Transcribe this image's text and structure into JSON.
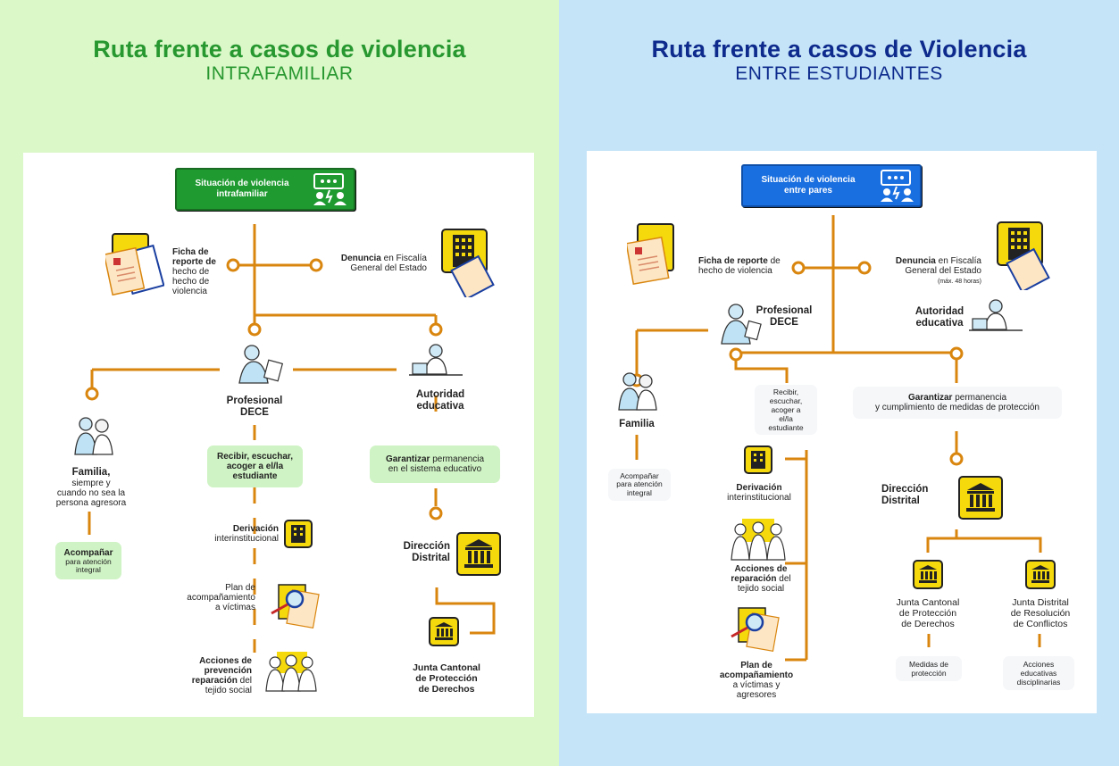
{
  "left": {
    "title": "Ruta frente a casos de violencia",
    "subtitle": "INTRAFAMILIAR",
    "situation": "Situación de violencia intrafamiliar",
    "ficha": [
      "Ficha de",
      "reporte de",
      "hecho de",
      "violencia"
    ],
    "denuncia_bold": "Denuncia",
    "denuncia_rest": "en Fiscalía",
    "denuncia_line2": "General del Estado",
    "profesional": [
      "Profesional",
      "DECE"
    ],
    "autoridad": [
      "Autoridad",
      "educativa"
    ],
    "familia_bold": "Familia,",
    "familia_rest": [
      "siempre y",
      "cuando no sea la",
      "persona agresora"
    ],
    "acompanar_bold": "Acompañar",
    "acompanar_rest": [
      "para atención",
      "integral"
    ],
    "recibir": [
      "Recibir, escuchar,",
      "acoger a el/la",
      "estudiante"
    ],
    "garantizar_bold": "Garantizar",
    "garantizar_rest": "permanencia",
    "garantizar_line2": "en el sistema educativo",
    "derivacion_bold": "Derivación",
    "derivacion_rest": "interinstitucional",
    "plan": [
      "Plan de",
      "acompañamiento",
      "a víctimas"
    ],
    "acciones_bold": [
      "Acciones de",
      "prevención",
      "reparación"
    ],
    "acciones_del": "del",
    "acciones_rest": "tejido social",
    "direccion": [
      "Dirección",
      "Distrital"
    ],
    "junta": [
      "Junta Cantonal",
      "de Protección",
      "de Derechos"
    ]
  },
  "right": {
    "title": "Ruta frente a casos de Violencia",
    "subtitle": "ENTRE ESTUDIANTES",
    "situation": "Situación de violencia entre pares",
    "ficha_bold": "Ficha de reporte",
    "ficha_de": "de",
    "ficha_line2": "hecho de violencia",
    "denuncia_bold": "Denuncia",
    "denuncia_rest": "en Fiscalía",
    "denuncia_line2": "General del Estado",
    "denuncia_note": "(máx. 48 horas)",
    "profesional": [
      "Profesional",
      "DECE"
    ],
    "autoridad": [
      "Autoridad",
      "educativa"
    ],
    "familia": "Familia",
    "acompanar": [
      "Acompañar",
      "para atención",
      "integral"
    ],
    "recibir": [
      "Recibir,",
      "escuchar,",
      "acoger a",
      "el/la",
      "estudiante"
    ],
    "garantizar_bold": "Garantizar",
    "garantizar_rest": "permanencia",
    "garantizar_line2": "y cumplimiento de medidas de protección",
    "derivacion_bold": "Derivación",
    "derivacion_rest": "interinstitucional",
    "acciones_bold": [
      "Acciones de",
      "reparación"
    ],
    "acciones_del": "del",
    "acciones_rest": "tejido social",
    "plan_bold": [
      "Plan de",
      "acompañamiento"
    ],
    "plan_rest": [
      "a víctimas y",
      "agresores"
    ],
    "direccion": [
      "Dirección",
      "Distrital"
    ],
    "junta_cantonal": [
      "Junta Cantonal",
      "de Protección",
      "de Derechos"
    ],
    "junta_distrital": [
      "Junta Distrital",
      "de Resolución",
      "de Conflictos"
    ],
    "medidas": [
      "Medidas de",
      "protección"
    ],
    "acciones_disc": [
      "Acciones",
      "educativas",
      "disciplinarias"
    ]
  },
  "colors": {
    "orange": "#d9860f",
    "green": "#1e9a30",
    "blue": "#1a6fe0",
    "yellow": "#f5d90c"
  }
}
